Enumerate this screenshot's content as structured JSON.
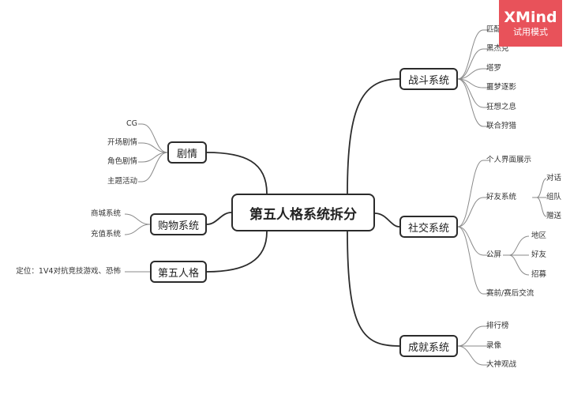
{
  "central": "第五人格系统拆分",
  "left_branches": [
    {
      "label": "剧情",
      "children": [
        "CG",
        "开场剧情",
        "角色剧情",
        "主题活动"
      ]
    },
    {
      "label": "购物系统",
      "children": [
        "商城系统",
        "充值系统"
      ]
    },
    {
      "label": "第五人格",
      "children": [
        "定位：1V4对抗竞技游戏、恐怖"
      ]
    }
  ],
  "right_branches": [
    {
      "label": "战斗系统",
      "children": [
        "匹配机制",
        "黑杰克",
        "塔罗",
        "噩梦逐影",
        "狂想之息",
        "联合狩猎"
      ]
    },
    {
      "label": "社交系统",
      "children": [
        "个人界面展示",
        "好友系统",
        "公屏",
        "赛前/赛后交流"
      ],
      "sub": {
        "好友系统": [
          "对话",
          "组队",
          "赠送"
        ],
        "公屏": [
          "地区",
          "好友",
          "招募"
        ]
      }
    },
    {
      "label": "成就系统",
      "children": [
        "排行榜",
        "录像",
        "大神观战"
      ]
    }
  ],
  "watermark": {
    "title": "XMind",
    "subtitle": "试用模式"
  },
  "colors": {
    "line": "#2b2b2b",
    "leaf_line": "#8a8a8a",
    "badge": "#e8525a"
  }
}
